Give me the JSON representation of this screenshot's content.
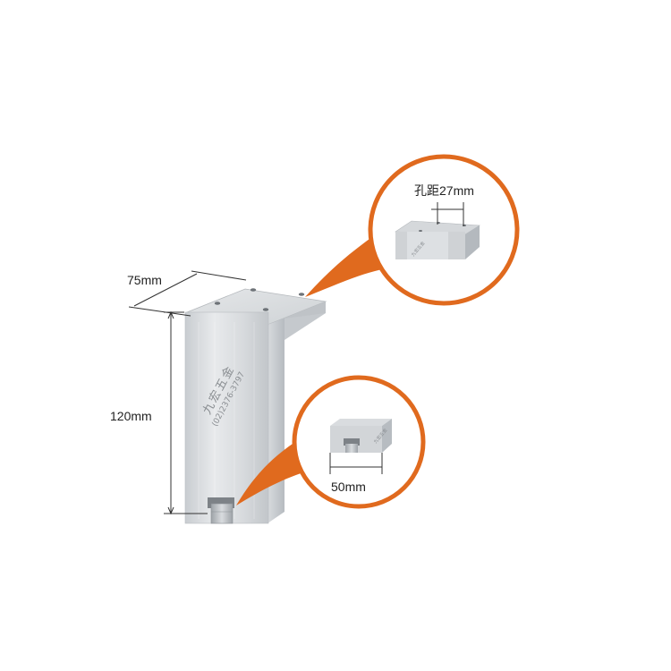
{
  "image": {
    "subject": "stainless steel furniture leg",
    "colors": {
      "accent": "#e06a1e",
      "steel_light": "#e6e8ea",
      "steel_mid": "#c4c8cc",
      "steel_dark": "#a3a8ad",
      "line": "#333333"
    }
  },
  "dimensions": {
    "width_label": "75mm",
    "height_label": "120mm",
    "hole_spacing_label": "孔距27mm",
    "base_label": "50mm"
  },
  "brand": {
    "name": "九宏五金",
    "phone": "(02)2376-3797"
  },
  "callouts": [
    {
      "id": "top-detail",
      "shape": "circle",
      "border_color": "#e06a1e"
    },
    {
      "id": "bottom-detail",
      "shape": "circle",
      "border_color": "#e06a1e"
    }
  ]
}
